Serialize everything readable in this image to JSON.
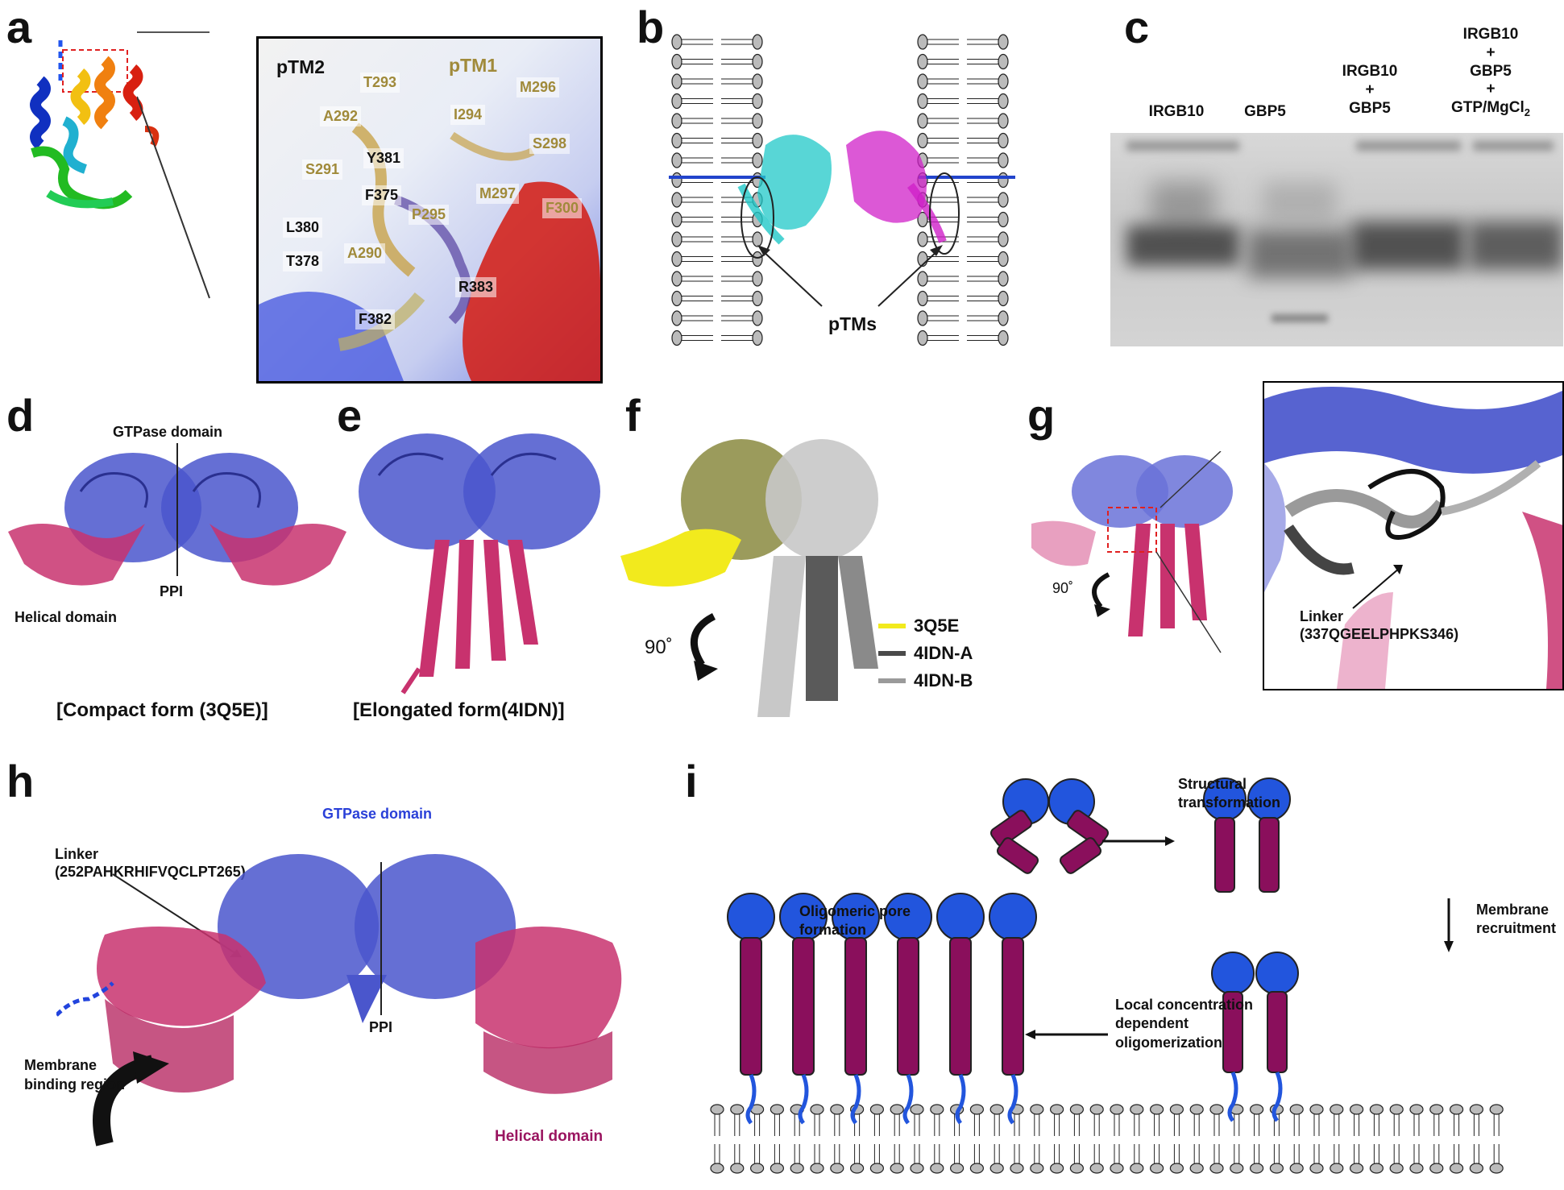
{
  "panels": {
    "a": {
      "label": "a",
      "inset_title_left": "pTM2",
      "inset_title_right": "pTM1",
      "residues_pTM1": [
        "T293",
        "A292",
        "I294",
        "M296",
        "S291",
        "S298",
        "A290",
        "P295",
        "M297",
        "F300"
      ],
      "residues_pTM2": [
        "Y381",
        "F375",
        "L380",
        "T378",
        "R383",
        "F382"
      ]
    },
    "b": {
      "label": "b",
      "annotation": "pTMs"
    },
    "c": {
      "label": "c",
      "lanes": [
        {
          "lines": [
            "IRGB10"
          ]
        },
        {
          "lines": [
            "GBP5"
          ]
        },
        {
          "lines": [
            "IRGB10",
            "+",
            "GBP5"
          ]
        },
        {
          "lines": [
            "IRGB10",
            "+",
            "GBP5",
            "+",
            "GTP/MgCl2"
          ]
        }
      ]
    },
    "d": {
      "label": "d",
      "gtpase_label": "GTPase domain",
      "ppi_label": "PPI",
      "helical_label": "Helical domain",
      "caption": "[Compact form (3Q5E)]"
    },
    "e": {
      "label": "e",
      "caption": "[Elongated form(4IDN)]"
    },
    "f": {
      "label": "f",
      "rotation": "90˚",
      "legend": [
        {
          "name": "3Q5E",
          "color": "#f2ea1d"
        },
        {
          "name": "4IDN-A",
          "color": "#4a4a4a"
        },
        {
          "name": "4IDN-B",
          "color": "#9a9a9a"
        }
      ]
    },
    "g": {
      "label": "g",
      "rotation": "90˚",
      "linker_label": "Linker",
      "linker_seq": "(337QGEELPHPKS346)"
    },
    "h": {
      "label": "h",
      "gtpase_label": "GTPase domain",
      "linker_label": "Linker",
      "linker_seq": "(252PAHKRHIFVQCLPT265)",
      "ppi_label": "PPI",
      "membrane_label_1": "Membrane",
      "membrane_label_2": "binding region",
      "helical_label": "Helical domain"
    },
    "i": {
      "label": "i",
      "step1_1": "Structural",
      "step1_2": "transformation",
      "step2_1": "Membrane",
      "step2_2": "recruitment",
      "step3_1": "Local concentration",
      "step3_2": "dependent",
      "step3_3": "oligomerization",
      "step4_1": "Oligomeric pore",
      "step4_2": "formation"
    }
  },
  "colors": {
    "gtpase_blue": "#3b4fcf",
    "helical_pink": "#c8326e",
    "schematic_blue": "#2255dd",
    "schematic_magenta": "#8a0f5c",
    "pTM1_gold": "#a08a3a"
  }
}
